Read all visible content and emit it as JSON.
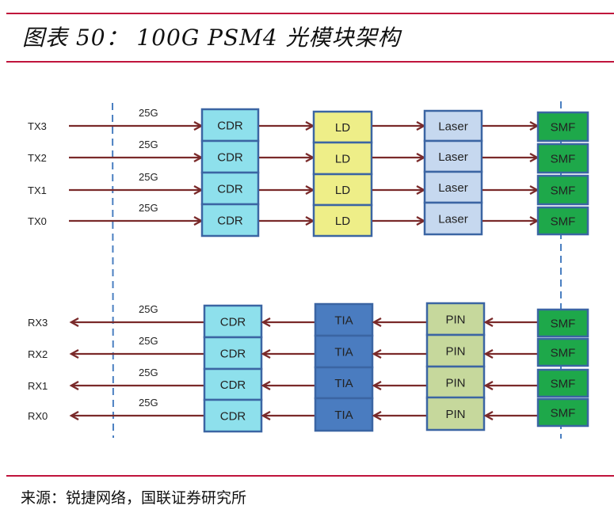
{
  "header": {
    "title": "图表 50： 100G PSM4 光模块架构"
  },
  "footer": {
    "source": "来源：锐捷网络，国联证券研究所"
  },
  "colors": {
    "rule": "#c0143c",
    "arrow": "#7a2a2a",
    "dash": "#4a7fc1",
    "box_border": "#3b65a3",
    "cdr": "#8ee0ec",
    "ld": "#eeee88",
    "laser": "#c6d8ef",
    "smf": "#1ea84a",
    "tia": "#4a7cc0",
    "pin": "#c6d89c"
  },
  "diagram": {
    "tx": {
      "channels": [
        "TX3",
        "TX2",
        "TX1",
        "TX0"
      ],
      "rate_label": "25G",
      "stages": [
        {
          "label": "CDR",
          "color_key": "cdr"
        },
        {
          "label": "LD",
          "color_key": "ld"
        },
        {
          "label": "Laser",
          "color_key": "laser"
        },
        {
          "label": "SMF",
          "color_key": "smf"
        }
      ],
      "direction": "right"
    },
    "rx": {
      "channels": [
        "RX3",
        "RX2",
        "RX1",
        "RX0"
      ],
      "rate_label": "25G",
      "stages": [
        {
          "label": "CDR",
          "color_key": "cdr"
        },
        {
          "label": "TIA",
          "color_key": "tia"
        },
        {
          "label": "PIN",
          "color_key": "pin"
        },
        {
          "label": "SMF",
          "color_key": "smf"
        }
      ],
      "direction": "left"
    }
  }
}
